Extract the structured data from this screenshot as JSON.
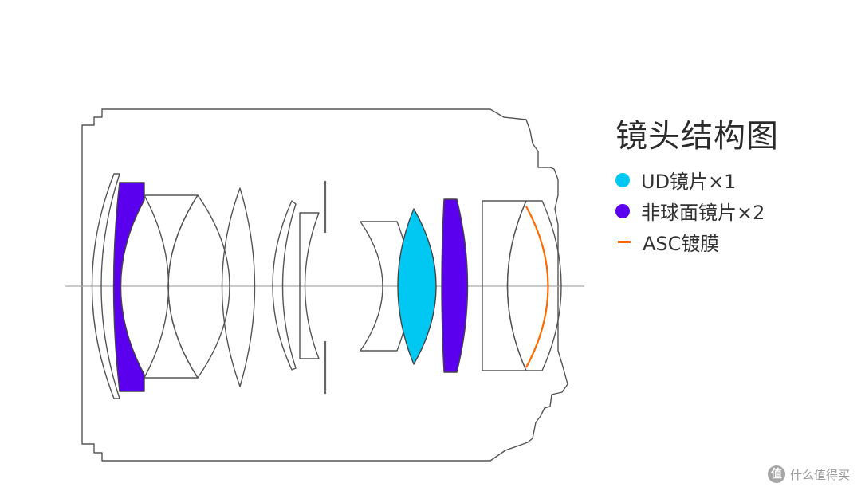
{
  "legend": {
    "title": "镜头结构图",
    "items": [
      {
        "label": "UD镜片×1",
        "color": "#00c8f2",
        "kind": "dot"
      },
      {
        "label": "非球面镜片×2",
        "color": "#5b00ef",
        "kind": "dot"
      },
      {
        "label": "ASC镀膜",
        "color": "#ff6a00",
        "kind": "line"
      }
    ]
  },
  "watermark": {
    "text": "什么值得买",
    "logo": "值"
  },
  "colors": {
    "outline": "#555555",
    "axis": "#aaaaaa",
    "aperture": "#666666"
  }
}
